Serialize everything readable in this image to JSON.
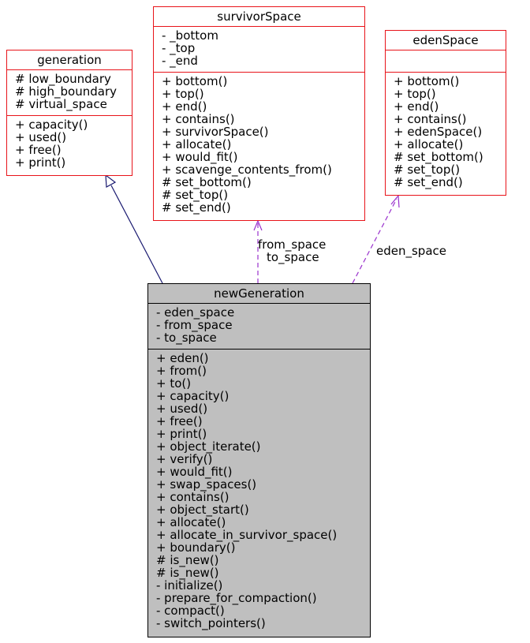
{
  "classes": {
    "generation": {
      "name": "generation",
      "attributes": [
        "# low_boundary",
        "# high_boundary",
        "# virtual_space"
      ],
      "methods": [
        "+ capacity()",
        "+ used()",
        "+ free()",
        "+ print()"
      ]
    },
    "survivorSpace": {
      "name": "survivorSpace",
      "attributes": [
        "- _bottom",
        "- _top",
        "- _end"
      ],
      "methods": [
        "+ bottom()",
        "+ top()",
        "+ end()",
        "+ contains()",
        "+ survivorSpace()",
        "+ allocate()",
        "+ would_fit()",
        "+ scavenge_contents_from()",
        "# set_bottom()",
        "# set_top()",
        "# set_end()"
      ]
    },
    "edenSpace": {
      "name": "edenSpace",
      "attributes": [],
      "methods": [
        "+ bottom()",
        "+ top()",
        "+ end()",
        "+ contains()",
        "+ edenSpace()",
        "+ allocate()",
        "# set_bottom()",
        "# set_top()",
        "# set_end()"
      ]
    },
    "newGeneration": {
      "name": "newGeneration",
      "attributes": [
        "- eden_space",
        "- from_space",
        "- to_space"
      ],
      "methods": [
        "+ eden()",
        "+ from()",
        "+ to()",
        "+ capacity()",
        "+ used()",
        "+ free()",
        "+ print()",
        "+ object_iterate()",
        "+ verify()",
        "+ would_fit()",
        "+ swap_spaces()",
        "+ contains()",
        "+ object_start()",
        "+ allocate()",
        "+ allocate_in_survivor_space()",
        "+ boundary()",
        "# is_new()",
        "# is_new()",
        "- initialize()",
        "- prepare_for_compaction()",
        "- compact()",
        "- switch_pointers()"
      ]
    }
  },
  "edges": {
    "survivor_label_1": "from_space",
    "survivor_label_2": "to_space",
    "eden_label": "eden_space"
  },
  "colors": {
    "class_border": "#e8141a",
    "focus_fill": "#bfbfbf",
    "inheritance_line": "#191970",
    "association_line": "#9a32cd"
  }
}
